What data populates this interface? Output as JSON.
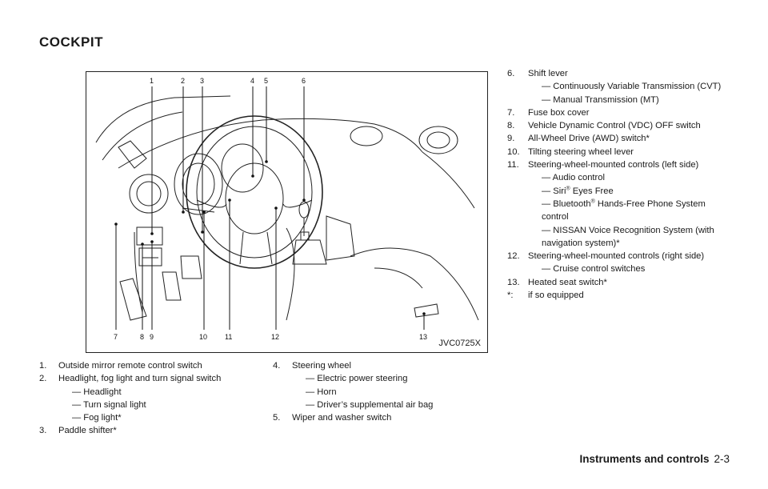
{
  "page": {
    "heading": "COCKPIT",
    "figure_code": "JVC0725X",
    "footer_section": "Instruments and controls",
    "footer_page": "2-3"
  },
  "callouts_top": [
    "1",
    "2",
    "3",
    "4",
    "5",
    "6"
  ],
  "callouts_bottom": [
    "7",
    "8",
    "9",
    "10",
    "11",
    "12",
    "13"
  ],
  "col_a": [
    {
      "num": "1.",
      "text": "Outside mirror remote control switch",
      "subs": []
    },
    {
      "num": "2.",
      "text": "Headlight, fog light and turn signal switch",
      "subs": [
        "— Headlight",
        "— Turn signal light",
        "— Fog light*"
      ]
    },
    {
      "num": "3.",
      "text": "Paddle shifter*",
      "subs": []
    }
  ],
  "col_b": [
    {
      "num": "4.",
      "text": "Steering wheel",
      "subs": [
        "— Electric power steering",
        "— Horn",
        "— Driver’s supplemental air bag"
      ]
    },
    {
      "num": "5.",
      "text": "Wiper and washer switch",
      "subs": []
    }
  ],
  "col_c": [
    {
      "num": "6.",
      "text": "Shift lever",
      "subs": [
        "— Continuously Variable Transmission (CVT)",
        "— Manual Transmission (MT)"
      ]
    },
    {
      "num": "7.",
      "text": "Fuse box cover",
      "subs": []
    },
    {
      "num": "8.",
      "text": "Vehicle Dynamic Control (VDC) OFF switch",
      "subs": []
    },
    {
      "num": "9.",
      "text": "All-Wheel Drive (AWD) switch*",
      "subs": []
    },
    {
      "num": "10.",
      "text": "Tilting steering wheel lever",
      "subs": []
    },
    {
      "num": "11.",
      "text": "Steering-wheel-mounted controls (left side)",
      "subs": [
        "— Audio control"
      ]
    },
    {
      "num": "",
      "text": "",
      "subs": []
    },
    {
      "num": "",
      "text": "",
      "subs": [
        "— NISSAN Voice Recognition System (with navigation system)*"
      ]
    },
    {
      "num": "12.",
      "text": "Steering-wheel-mounted controls (right side)",
      "subs": [
        "— Cruise control switches"
      ]
    },
    {
      "num": "13.",
      "text": "Heated seat switch*",
      "subs": []
    },
    {
      "num": "*:",
      "text": "if so equipped",
      "subs": []
    }
  ],
  "col_c_special": {
    "siri_prefix": "— Siri",
    "siri_suffix": " Eyes Free",
    "bt_prefix": "— Bluetooth",
    "bt_suffix": " Hands-Free Phone System control",
    "reg_mark": "®"
  }
}
